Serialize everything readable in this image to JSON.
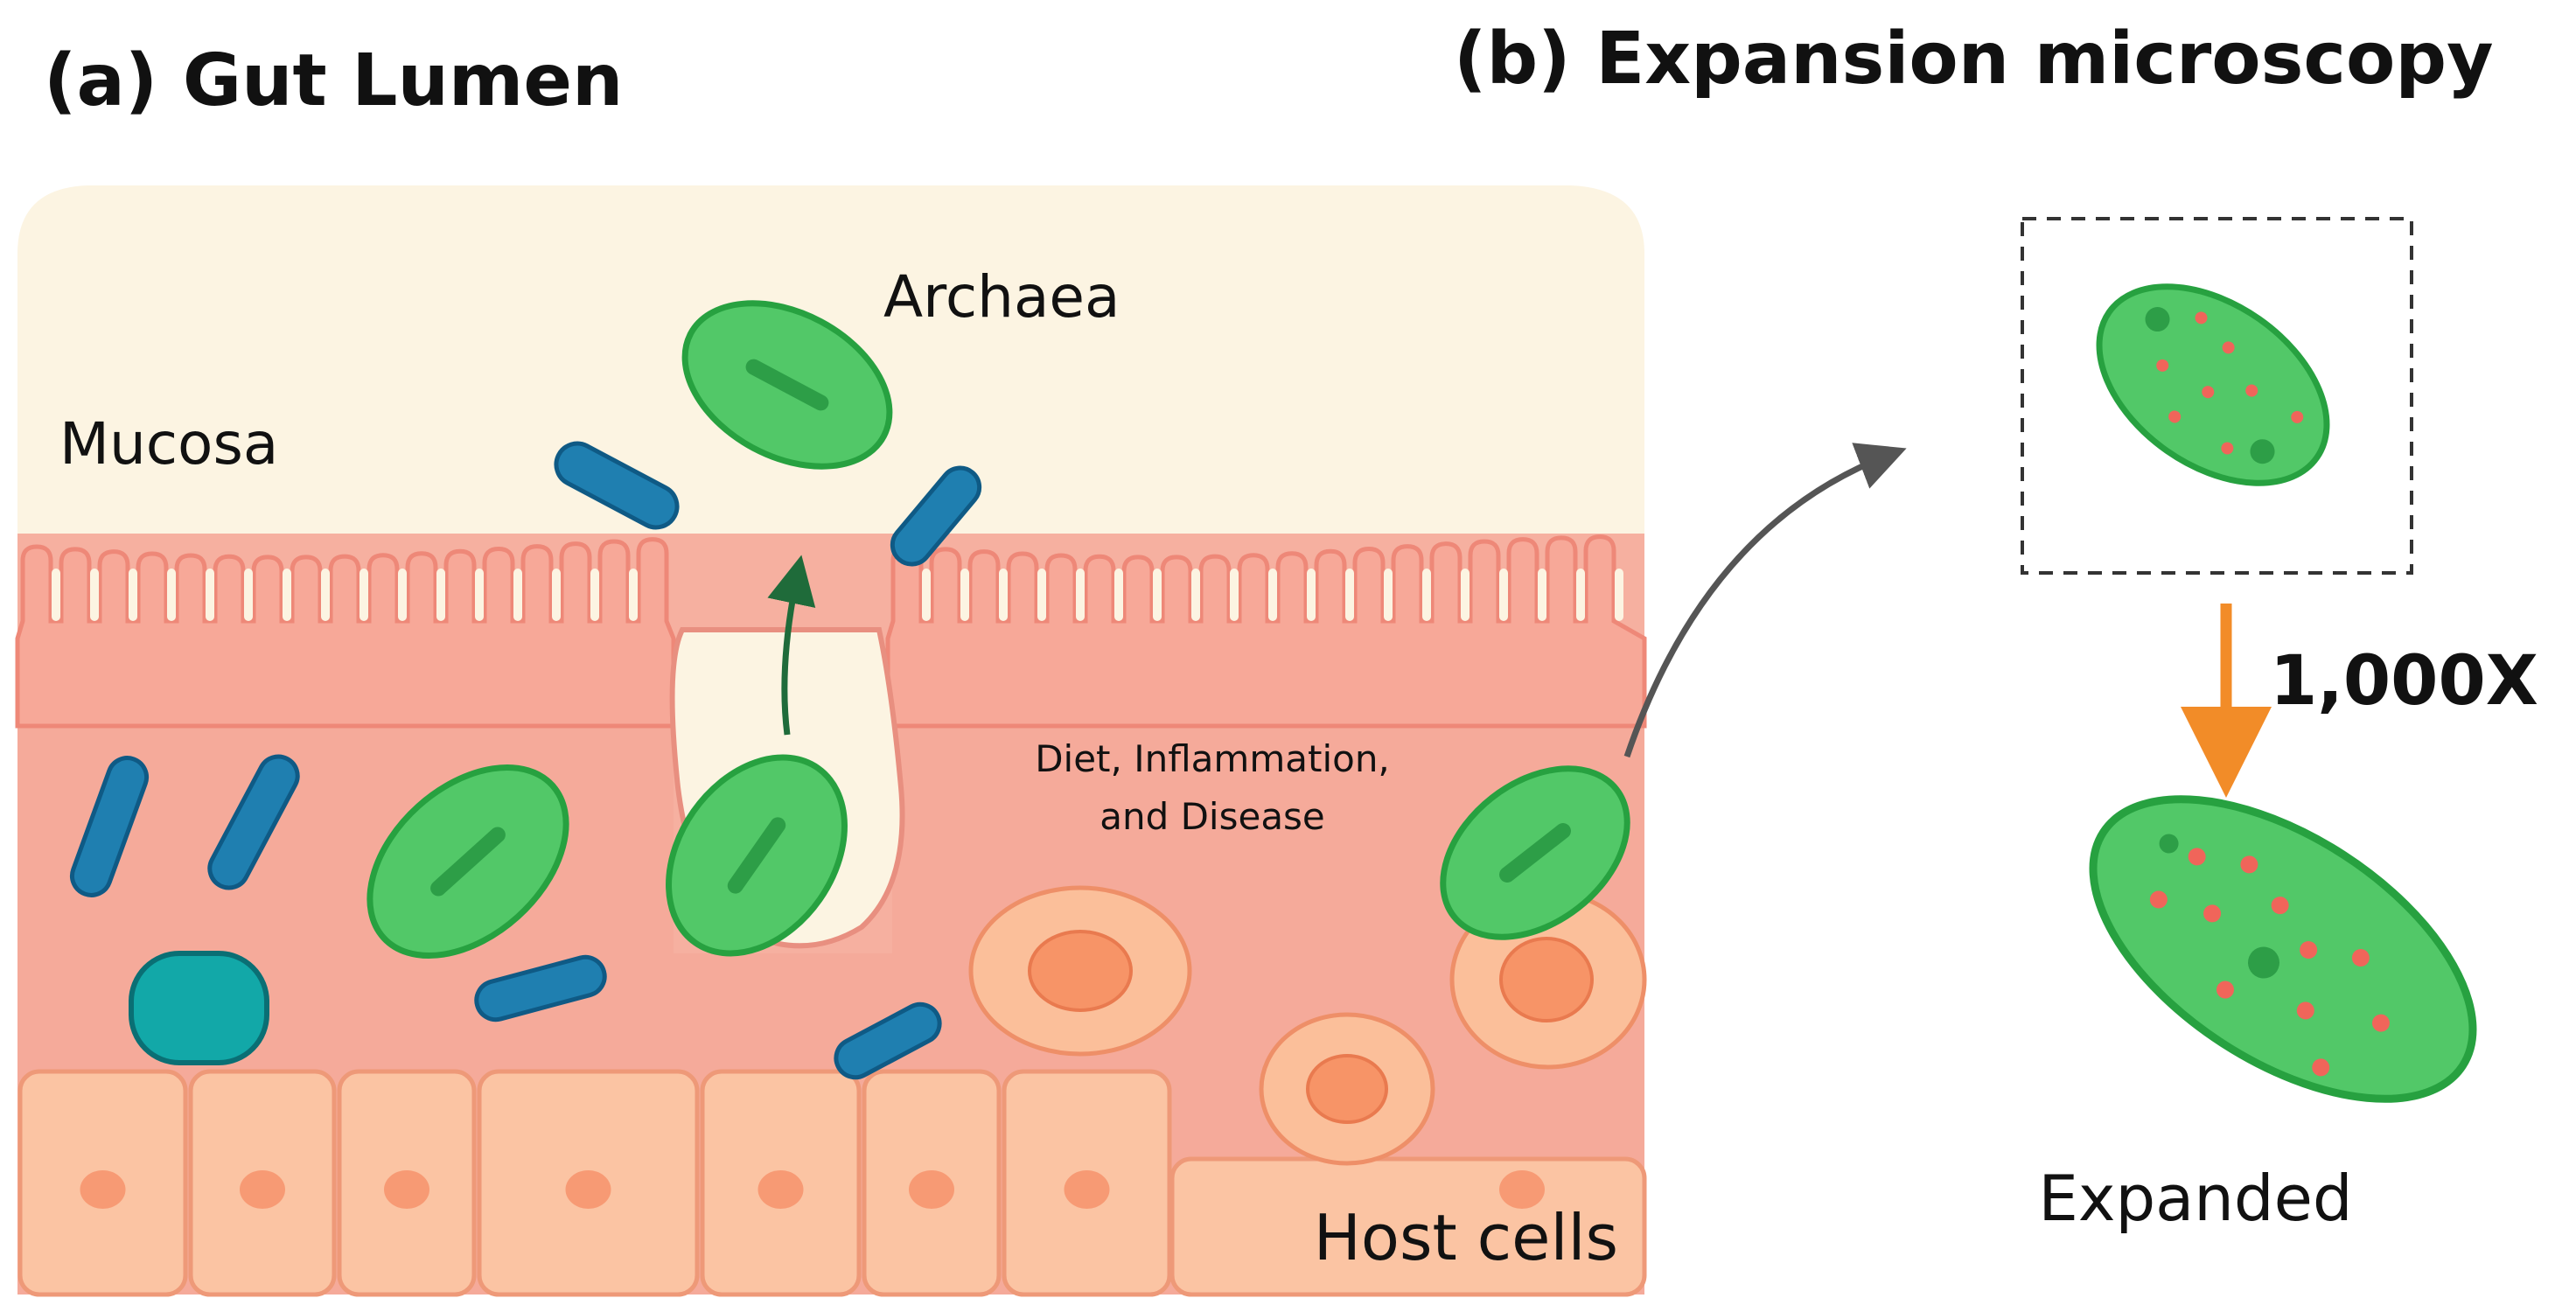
{
  "panel_a": {
    "title": "(a) Gut Lumen",
    "labels": {
      "archaea": "Archaea",
      "mucosa": "Mucosa",
      "diet_line1": "Diet, Inflammation,",
      "diet_line2": "and Disease",
      "host_cells": "Host cells"
    }
  },
  "panel_b": {
    "title": "(b) Expansion microscopy",
    "magnification": "1,000X",
    "expanded_label": "Expanded"
  },
  "colors": {
    "lumen": "#fcf4e2",
    "tissue": "#f6b0a0",
    "villi": "#f7a898",
    "host_cell": "#fbc4a3",
    "archaea_fill": "#52c868",
    "archaea_stroke": "#27a140",
    "bacteria_fill": "#1f7fb0",
    "bacteria_stroke": "#0f5a85",
    "arrow_gray": "#555555",
    "arrow_orange": "#f28c28",
    "dot_red": "#f0655a"
  },
  "icons": [
    "archaea-cell-icon",
    "bacteria-rod-icon",
    "host-cell-icon",
    "dendritic-arrow-icon"
  ]
}
